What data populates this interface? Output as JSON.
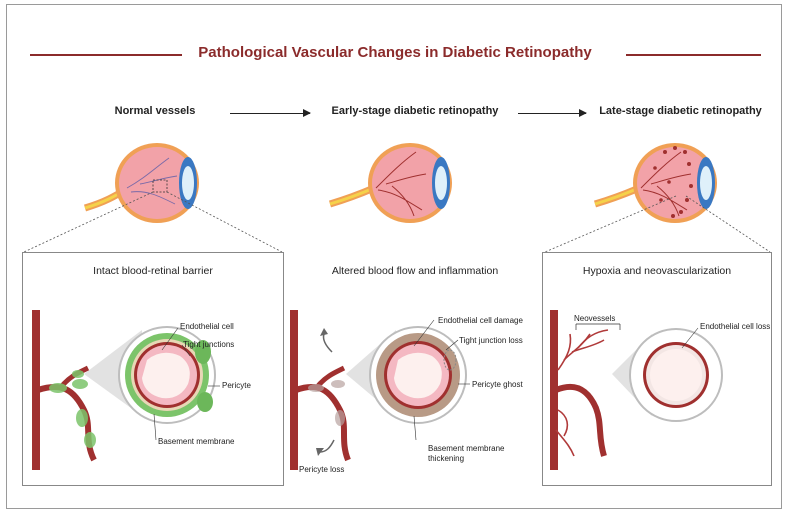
{
  "title": "Pathological Vascular Changes in Diabetic Retinopathy",
  "stages": [
    {
      "label": "Normal vessels"
    },
    {
      "label": "Early-stage diabetic retinopathy"
    },
    {
      "label": "Late-stage diabetic retinopathy"
    }
  ],
  "panels": [
    {
      "title": "Intact blood-retinal barrier",
      "labels": {
        "endothelial": "Endothelial cell",
        "tight": "Tight junctions",
        "pericyte": "Pericyte",
        "basement": "Basement membrane"
      }
    },
    {
      "title": "Altered blood flow and inflammation",
      "labels": {
        "endothelial_damage": "Endothelial cell damage",
        "tight_loss": "Tight junction loss",
        "pericyte_ghost": "Pericyte ghost",
        "basement_thick_1": "Basement membrane",
        "basement_thick_2": "thickening",
        "pericyte_loss": "Pericyte loss"
      }
    },
    {
      "title": "Hypoxia and neovascularization",
      "labels": {
        "neovessels": "Neovessels",
        "endothelial_loss": "Endothelial cell loss"
      }
    }
  ],
  "colors": {
    "accent": "#8b2b2b",
    "vessel": "#a0302f",
    "pericyte_green": "#7cc46a",
    "eye_pink": "#f2a2a8",
    "eye_orange": "#f0a055",
    "lens_blue": "#3a78c2"
  }
}
